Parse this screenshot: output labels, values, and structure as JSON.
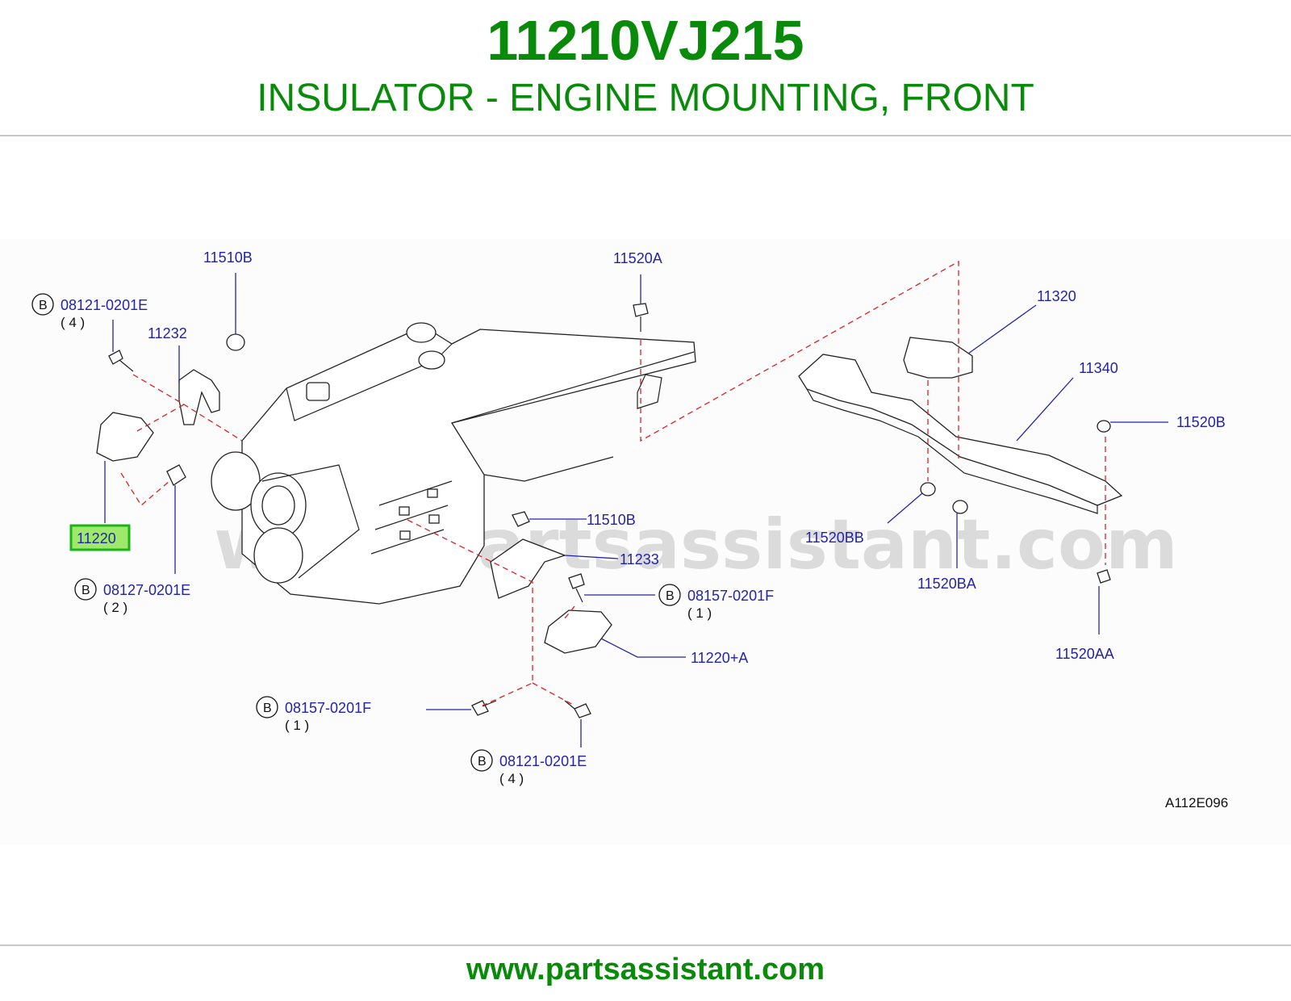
{
  "header": {
    "part_number": "11210VJ215",
    "description": "INSULATOR - ENGINE MOUNTING, FRONT"
  },
  "diagram": {
    "watermark": "www.partsassistant.com",
    "drawing_code": "A112E096",
    "labels": {
      "l_11510B_top": "11510B",
      "l_11520A": "11520A",
      "l_11232": "11232",
      "l_11320": "11320",
      "l_11340": "11340",
      "l_11520B": "11520B",
      "l_11220": "11220",
      "l_11510B_mid": "11510B",
      "l_11233": "11233",
      "l_11520BB": "11520BB",
      "l_11520BA": "11520BA",
      "l_11220A": "11220+A",
      "l_11520AA": "11520AA"
    },
    "bolt_refs": {
      "b1_code": "08121-0201E",
      "b1_qty": "( 4 )",
      "b2_code": "08127-0201E",
      "b2_qty": "( 2 )",
      "b3_code": "08157-0201F",
      "b3_qty": "( 1 )",
      "b4_code": "08157-0201F",
      "b4_qty": "( 1 )",
      "b5_code": "08121-0201E",
      "b5_qty": "( 4 )",
      "badge": "B"
    },
    "highlighted_part": "11220",
    "colors": {
      "title_green": "#0a8a0a",
      "label_blue": "#2323a8",
      "dash_red": "#e02020",
      "highlight_green": "#9ee86a"
    }
  },
  "footer": {
    "url": "www.partsassistant.com"
  }
}
